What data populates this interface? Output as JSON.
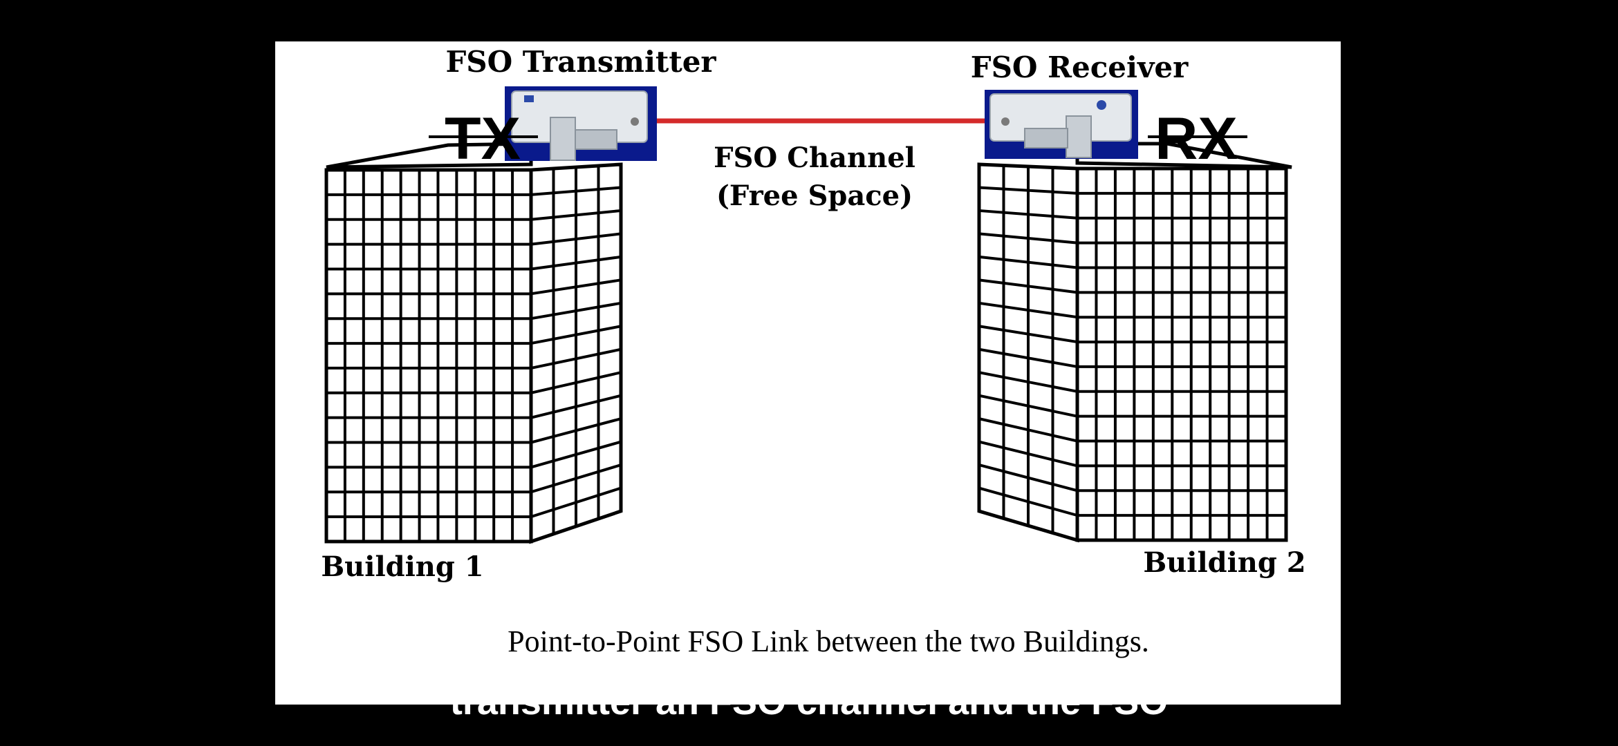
{
  "diagram": {
    "transmitter_label": "FSO Transmitter",
    "receiver_label": "FSO Receiver",
    "tx_label": "TX",
    "rx_label": "RX",
    "channel_line1": "FSO Channel",
    "channel_line2": "(Free Space)",
    "building1_label": "Building 1",
    "building2_label": "Building 2",
    "caption": "Point-to-Point FSO Link between the two Buildings.",
    "colors": {
      "beam": "#d42a2a",
      "device_box": "#0a1a8c",
      "device_body": "#e4e8ec"
    }
  },
  "subtitle": {
    "text": "transmitter an FSO channel and the FSO"
  }
}
